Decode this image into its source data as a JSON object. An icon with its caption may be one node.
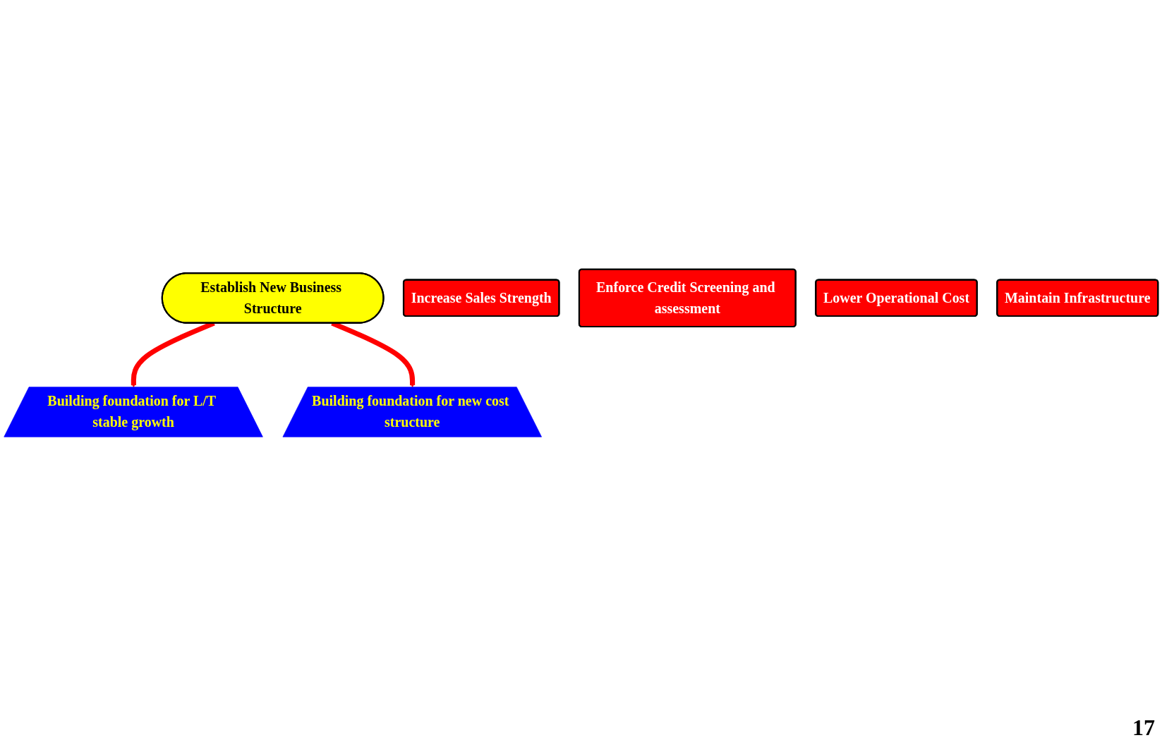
{
  "diagram": {
    "nodes": [
      {
        "text": [
          "Establish New Business Structure"
        ]
      },
      {
        "text": [
          "Building foundation for L/T stable growth"
        ]
      },
      {
        "text": [
          "Building foundation for new cost structure"
        ]
      },
      {
        "text": [
          "Increase Sales Strength"
        ]
      },
      {
        "text": [
          "Enforce Credit Screening and assessment"
        ]
      },
      {
        "text": [
          "Lower Operational Cost"
        ]
      },
      {
        "text": [
          "Maintain Infrastructure"
        ]
      }
    ],
    "edges": [
      {
        "from": 0,
        "to": 1,
        "arrow": "to"
      },
      {
        "from": 0,
        "to": 2,
        "arrow": "to"
      }
    ],
    "labels": [
      "17"
    ]
  }
}
